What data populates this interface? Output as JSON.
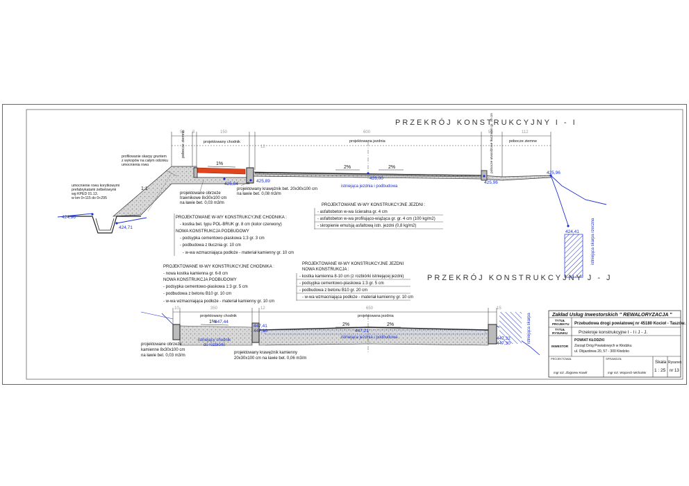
{
  "sections": {
    "ii_title": "PRZEKRÓJ KONSTRUKCYJNY I - I",
    "jj_title": "PRZEKRÓJ KONSTRUKCYJNY J - J"
  },
  "dimensions_ii": {
    "d1": "50",
    "d2": "8",
    "d3": "150",
    "d4": "12",
    "d5": "600",
    "d6": "50",
    "d7": "112"
  },
  "dimensions_jj": {
    "d1": "10",
    "d2": "350",
    "d3": "12",
    "d4": "650",
    "d5": "15"
  },
  "labels_ii": {
    "pobocze_left": "pobocze ziemne",
    "chodnik": "projektowany chodnik",
    "jezdnia": "projektowana jezdnia",
    "pobocze_utw": "pobocze utwardzone tłuczniem gr. 10 cm",
    "pobocze_right": "pobocze ziemne",
    "profilowanie": [
      "profilowanie skarpy gruntem",
      "z wykopów na całym odcinku",
      "umocnienia rowu"
    ],
    "umocnienie": [
      "umocnienie rowu korytkowymi",
      "prefabrykatami żelbetowymi",
      "wg KPED 01.13.",
      "w km 0+115 do 0+295"
    ],
    "slope": "1:1",
    "obrzeze": [
      "projektowane obrzeże",
      "trawnikowe 8x30x100 cm",
      "na ławie bet. 0,03 m3/m"
    ],
    "kraweznik": [
      "projektowany krawężnik bet. 20x30x100 cm",
      "na ławie bet. 0,08 m3/m"
    ],
    "istn_jezdnia": "istniejąca jezdnia i podbudowa",
    "skarpa_right": "istniejąca skarpa rzeczna",
    "pct_chodnik": "1%",
    "pct_left": "2%",
    "pct_right": "2%"
  },
  "levels_ii": {
    "l1": "424,96",
    "l2": "424,71",
    "l3": "425,84",
    "l4": "425,89",
    "l5": "426,00",
    "l6": "425,96",
    "l7": "425,96",
    "l8": "424,41"
  },
  "spec_chodnik_ii": {
    "title": "PROJEKTOWANE W-WY KONSTRUKCYJNE CHODNIKA :",
    "lines": [
      "- kostka bet. typu POL-BRUK gr. 8 cm (kolor czerwony)",
      "NOWA KONSTRUKCJA PODBUDOWY",
      "- podsypka cementowo-piaskowa 1:3 gr. 3 cm",
      "- podbudowa z tłucznia gr. 10 cm",
      "- w-wa wzmacniająca podłoże - materiał kamienny gr. 10 cm"
    ]
  },
  "spec_jezdnia_ii": {
    "title": "PROJEKTOWANE W-WY KONSTRUKCYJNE JEZDNI :",
    "lines": [
      "- asfaltobeton w-wa ścieralna gr. 4 cm",
      "- asfaltobeton w-wa profilująco-wiążąca gr. gr. 4 cm (100 kg/m2)",
      "- skropienie emulsją asfaltową istn. jezdni (0,8 kg/m2)"
    ]
  },
  "spec_chodnik_jj": {
    "title": "PROJEKTOWANE W-WY KONSTRUKCYJNE CHODNIKA :",
    "lines": [
      "- nowa kostka kamienna gr. 6-8 cm",
      "NOWA KONSTRUKCJA PODBUDOWY",
      "- podsypka cementowo-piaskowa 1:3 gr. 5 cm",
      "- podbudowa z betonu B10 gr. 10 cm",
      "- w-wa wzmacniająca podłoże - materiał kamienny gr. 10 cm"
    ]
  },
  "spec_jezdnia_jj": {
    "title": "PROJEKTOWANE W-WY KONSTRUKCYJNE JEZDNI",
    "subtitle": "NOWA KONSTRUKCJA :",
    "lines": [
      "- kostka kamienna 8-10 cm (z rozbiórki istniejącej jezdni)",
      "- podsypka cementowo-piaskowa 1:3 gr. 5 cm",
      "- podbudowa z betonu B10 gr. 20 cm",
      "- w-wa wzmacniająca podłoże - materiał kamienny gr. 10 cm"
    ]
  },
  "labels_jj": {
    "chodnik": "projektowany chodnik",
    "jezdnia": "projektowana jezdnia",
    "pct_chodnik": "1%",
    "pct_left": "2%",
    "pct_right": "2%",
    "istn_chodnik": [
      "istniejący chodnik",
      "do rozbiórki"
    ],
    "istn_jezdnia": "istniejąca jezdnia i podbudowa",
    "obrzeze": [
      "projektowane obrzeże",
      "kamienne 8x30x100 cm",
      "na ławie bet. 0,03 m3/m"
    ],
    "kraweznik": [
      "projektowany krawężnik kamienny",
      "20x30x100 cm na ławie bet. 0,06 m3/m"
    ],
    "skarpa_right": "istniejąca skarpa"
  },
  "levels_jj": {
    "l1": "447,44",
    "l2": "447,41",
    "l3": "447,36",
    "l4": "447,21",
    "l5": "447,32",
    "l6": "447,30"
  },
  "titleblock": {
    "company": "Zakład Usług Inwestorskich \" REWALORYZACJA \"",
    "tytul_projektu_label": [
      "TYTUŁ",
      "PROJEKTU"
    ],
    "tytul_projektu": "Przebudowa drogi powiatowej nr 45180 Kocioł - Taszów.",
    "tytul_rysunku_label": [
      "TYTUŁ",
      "RYSUNKU"
    ],
    "tytul_rysunku": "Przekroje konstrukcyjne I - I i J - J.",
    "inwestor_label": "INWESTOR",
    "inwestor": [
      "POWIAT KŁODZKI",
      "Zarząd Dróg Powiatowych w Kłodzku",
      "ul. Objazdowa 20, 57 - 300 Kłodzko"
    ],
    "projektowal_label": "PROJEKTOWAŁ",
    "projektowal": "mgr inż. Zbigniew Kowik",
    "sprawdzil_label": "SPRAWDZIŁ",
    "sprawdzil": "mgr inż. Wojciech Michalski",
    "skala_label": "Skala",
    "skala": "1 : 25",
    "rysunek_label": "Rysunek",
    "rysunek": "nr 13"
  },
  "colors": {
    "blue": "#1a2fd0",
    "red": "#e0451e",
    "frame": "#555555"
  }
}
